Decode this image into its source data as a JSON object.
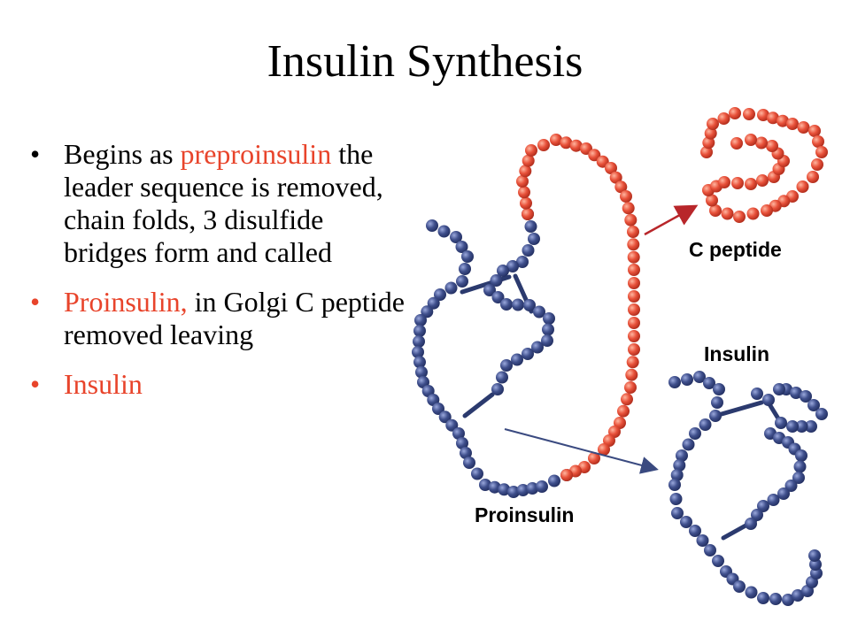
{
  "title": "Insulin Synthesis",
  "bullets": {
    "b1": {
      "lead": "Begins as ",
      "highlight": "preproinsulin",
      "rest": " the leader sequence is removed, chain folds, 3 disulfide bridges form and called"
    },
    "b2": {
      "highlight": "Proinsulin",
      "comma": ",",
      "rest": " in Golgi C peptide removed leaving"
    },
    "b3": {
      "highlight": "Insulin"
    }
  },
  "diagram": {
    "labels": {
      "c_peptide": "C peptide",
      "insulin": "Insulin",
      "proinsulin": "Proinsulin"
    },
    "colors": {
      "red_bead": "#e8513a",
      "blue_bead": "#3f4f8c",
      "arrow_red": "#b8262a",
      "arrow_blue": "#3a4a80",
      "text_accent": "#e8442b"
    }
  }
}
